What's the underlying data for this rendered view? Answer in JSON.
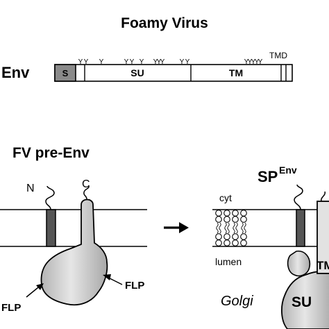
{
  "title": "Foamy Virus",
  "env_map": {
    "label": "Env",
    "segments": [
      "S",
      "SU",
      "TM"
    ],
    "tmd_label": "TMD",
    "glyco_marks": [
      "Y",
      "Y",
      "Y",
      "Y",
      "Y",
      "Y",
      "Y",
      "Y",
      "Y",
      "Y",
      "Y",
      "Y",
      "Y",
      "Y",
      "Y",
      "Y"
    ]
  },
  "pre_env": {
    "heading": "FV pre-Env",
    "n_label": "N",
    "c_label": "C",
    "flp_left": "FLP",
    "flp_right": "FLP"
  },
  "golgi_panel": {
    "heading_main": "SP",
    "heading_sup": "Env",
    "cyt_label": "cyt",
    "lumen_label": "lumen",
    "compartment": "Golgi",
    "su_label": "SU",
    "tm_label": "TM"
  },
  "colors": {
    "signal_peptide": "#8a8a8a",
    "membrane_anchor": "#555555",
    "protein_fill": "#c8c8c8",
    "phospholipid_head": "#ffffff"
  }
}
